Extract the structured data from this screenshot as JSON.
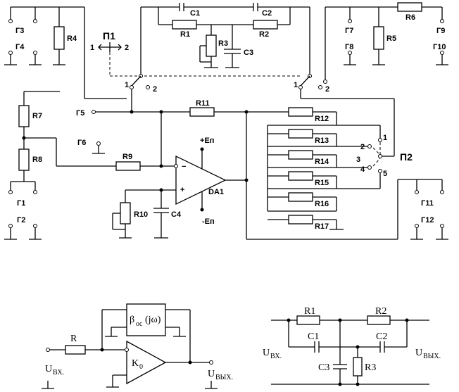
{
  "top": {
    "g": [
      "Г1",
      "Г2",
      "Г3",
      "Г4",
      "Г5",
      "Г6",
      "Г7",
      "Г8",
      "Г9",
      "Г10",
      "Г11",
      "Г12"
    ],
    "r": [
      "R1",
      "R2",
      "R3",
      "R4",
      "R5",
      "R6",
      "R7",
      "R8",
      "R9",
      "R10",
      "R11",
      "R12",
      "R13",
      "R14",
      "R15",
      "R16",
      "R17"
    ],
    "c": [
      "C1",
      "C2",
      "C3",
      "C4"
    ],
    "p1": "П1",
    "p2": "П2",
    "p1_pos1": "1",
    "p1_pos2": "2",
    "sw_pos": [
      "1",
      "2",
      "1",
      "2"
    ],
    "p2_pos": [
      "1",
      "2",
      "3",
      "4",
      "5"
    ],
    "opamp": "DA1",
    "plus_supply": "+Eп",
    "minus_supply": "-Eп",
    "minus_sign": "−",
    "plus_sign": "+"
  },
  "bottom_left": {
    "beta": "β",
    "beta_sub": "oc",
    "beta_arg": "(jω)",
    "r": "R",
    "k": "K",
    "k_sub": "0",
    "uin": "U",
    "uin_sub": "ВХ.",
    "uout": "U",
    "uout_sub": "ВЫХ."
  },
  "bottom_right": {
    "r1": "R1",
    "r2": "R2",
    "r3": "R3",
    "c1": "C1",
    "c2": "C2",
    "c3": "C3",
    "uin": "U",
    "uin_sub": "ВХ.",
    "uout": "U",
    "uout_sub": "ВЫХ."
  }
}
